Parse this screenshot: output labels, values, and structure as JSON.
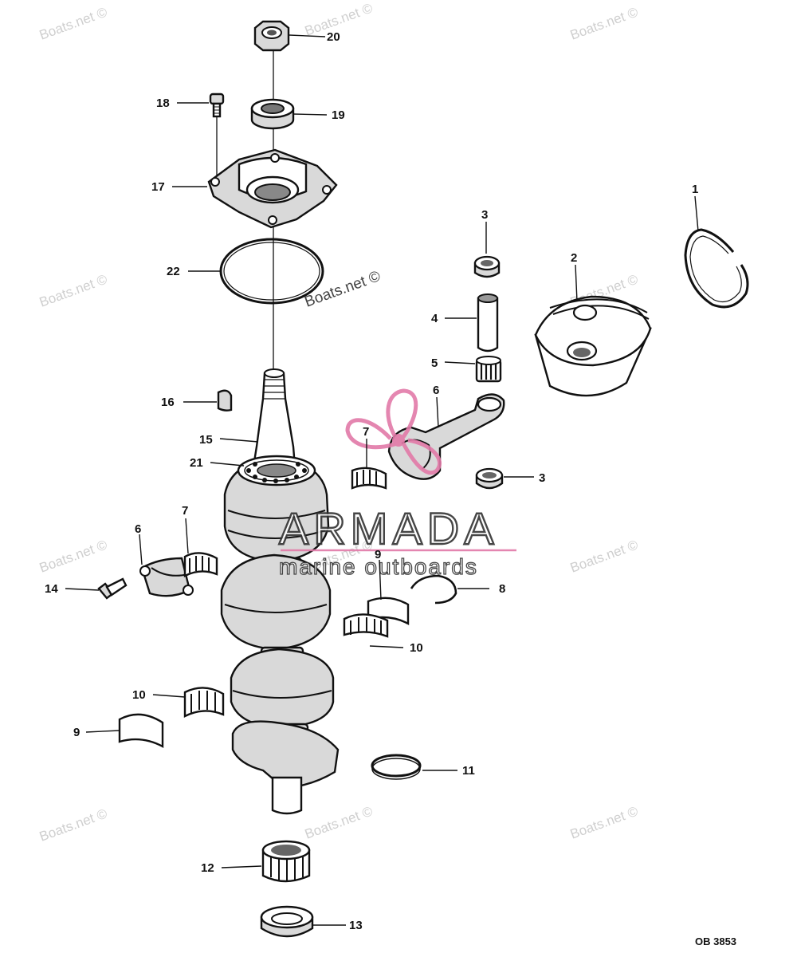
{
  "diagram": {
    "catalog_code": "OB 3853",
    "watermark_text": "Boats.net ©",
    "brand": {
      "name": "ARMADA",
      "tagline": "marine outboards",
      "logo_icon": "propeller-icon",
      "accent_color": "#e27aa8"
    },
    "callouts": [
      {
        "id": "c1",
        "text": "1"
      },
      {
        "id": "c2",
        "text": "2"
      },
      {
        "id": "c3a",
        "text": "3"
      },
      {
        "id": "c3b",
        "text": "3"
      },
      {
        "id": "c4",
        "text": "4"
      },
      {
        "id": "c5",
        "text": "5"
      },
      {
        "id": "c6a",
        "text": "6"
      },
      {
        "id": "c6b",
        "text": "6"
      },
      {
        "id": "c7a",
        "text": "7"
      },
      {
        "id": "c7b",
        "text": "7"
      },
      {
        "id": "c8",
        "text": "8"
      },
      {
        "id": "c9a",
        "text": "9"
      },
      {
        "id": "c9b",
        "text": "9"
      },
      {
        "id": "c10a",
        "text": "10"
      },
      {
        "id": "c10b",
        "text": "10"
      },
      {
        "id": "c11",
        "text": "11"
      },
      {
        "id": "c12",
        "text": "12"
      },
      {
        "id": "c13",
        "text": "13"
      },
      {
        "id": "c14",
        "text": "14"
      },
      {
        "id": "c15",
        "text": "15"
      },
      {
        "id": "c16",
        "text": "16"
      },
      {
        "id": "c17",
        "text": "17"
      },
      {
        "id": "c18",
        "text": "18"
      },
      {
        "id": "c19",
        "text": "19"
      },
      {
        "id": "c20",
        "text": "20"
      },
      {
        "id": "c21",
        "text": "21"
      },
      {
        "id": "c22",
        "text": "22"
      }
    ]
  }
}
